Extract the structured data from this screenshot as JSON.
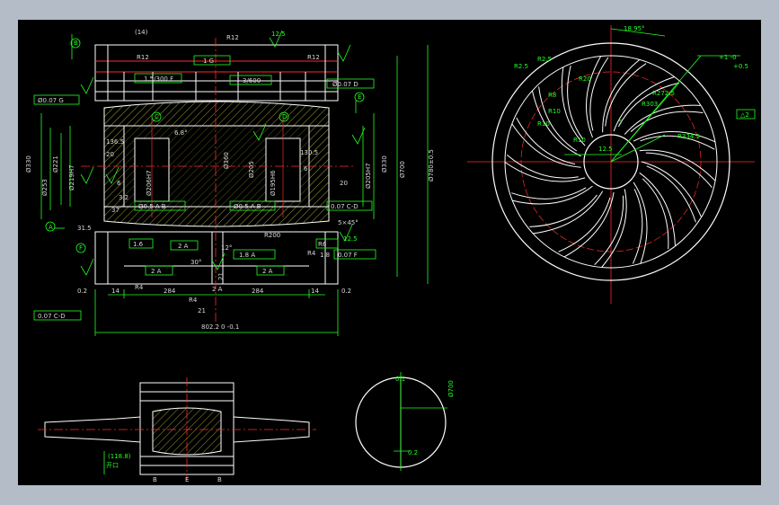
{
  "colors": {
    "frame": "#b4bcc8",
    "background": "#000000",
    "outline": "#ffffff",
    "dimension": "#22ff22",
    "centerline": "#ff2a2a",
    "annotation": "#ffff00",
    "hatch": "#e6e64a"
  },
  "icons": {
    "roughness": "roughness-symbol-icon",
    "datum": "datum-marker-icon",
    "tolerance": "tolerance-frame-icon"
  },
  "section_view": {
    "labels": {
      "d14": "(14)",
      "r12_top": "R12",
      "r12_left": "R12",
      "r12_right": "R12",
      "rough_12_5": "12.5",
      "flatness_1g": "1 G",
      "flatness_3_600": "3/600",
      "parallel_1_5_300": "1.5/300 F",
      "phi007_g": "Ø0.07 G",
      "phi007_d": "Ø0.07 D",
      "deg68": "6.8°",
      "d136": "136.5",
      "d130": "130.5",
      "d20_l": "20",
      "d20_r": "20",
      "d6_l": "6",
      "d6_r": "6",
      "d3_2": "3.2",
      "phi330_l": "Ø330",
      "phi330_r": "Ø330",
      "phi221": "Ø221",
      "phi253": "Ø253",
      "phi205": "Ø205",
      "phi360": "Ø360",
      "phi700": "Ø700",
      "phi780": "Ø780±0.5",
      "phi260": "Ø206H7",
      "phi195": "Ø195H6",
      "phi205h": "Ø205H7",
      "phi219": "Ø219H7",
      "runout_ab_l": "Ø0.5 A-B",
      "runout_ab_r": "Ø0.5 A-B",
      "rough_1_6": "1.6",
      "parallel_007_cd": "0.07 C-D",
      "d5x45": "5×45°",
      "rough_12_5b": "12.5",
      "d31_5": "31.5",
      "d37": "37",
      "d12": "12°",
      "r200": "R200",
      "pos_2a": "2 A",
      "r6": "R6",
      "d1_8": "1.8",
      "d30": "30°",
      "r4_l": "R4",
      "r4_m": "R4",
      "r4_r": "R4",
      "angle_18a": "1.8 A",
      "pos2a_b": "2 A",
      "pos2a_c": "2 A",
      "pos2a_d": "2 A",
      "parallel_007_f": "0.07 F",
      "d0_2_l": "0.2",
      "d0_2_r": "0.2",
      "d14_l": "14",
      "d14_r": "14",
      "d284_l": "284",
      "d284_r": "284",
      "d21": "21",
      "d21_3": "21",
      "d802": "802.2",
      "tol_802": "0 -0.1",
      "parallel_007_cd_b": "0.07 C-D",
      "datum_a": "A",
      "datum_b": "B",
      "datum_c": "C",
      "datum_d": "D",
      "datum_e": "E",
      "datum_f": "F"
    }
  },
  "end_view": {
    "labels": {
      "d18_95": "18.95°",
      "r2_5_a": "R2.5",
      "r2_5_b": "R2.5",
      "r20": "R20",
      "r8": "R8",
      "r10_a": "R10",
      "r10_b": "R10",
      "r10_c": "R10",
      "r272": "R272.5",
      "r303": "R303",
      "r334": "R334.5",
      "d5": "5",
      "d12_5": "12.5",
      "tol_12_5": "+1 -0",
      "tol_13": "+0.5",
      "flat_2": "2",
      "profile": "△2"
    }
  },
  "shaft_view": {
    "labels": {
      "d118_8": "(118.8)",
      "note": "开口",
      "b_left": "B",
      "b_right": "B",
      "e": "E"
    }
  },
  "circle_view": {
    "labels": {
      "phi700": "Ø700",
      "d0_2": "0.2",
      "top": "0.1"
    }
  }
}
